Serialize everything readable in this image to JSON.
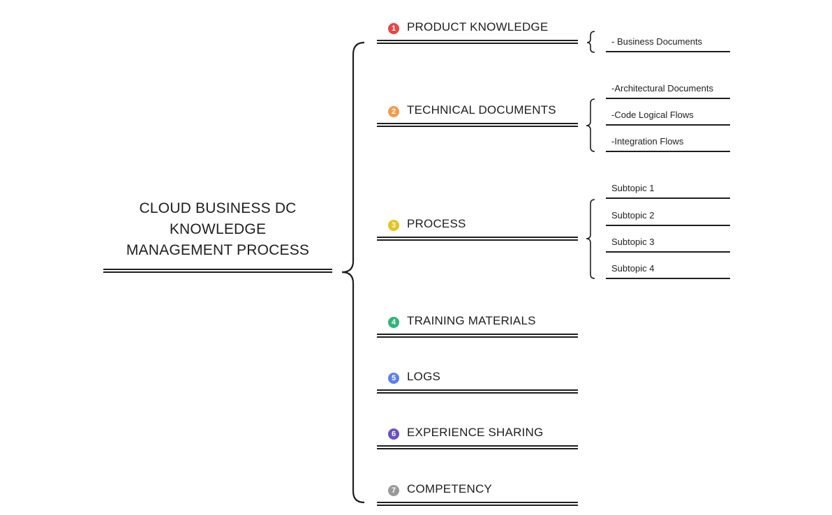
{
  "root": {
    "title_lines": [
      "CLOUD BUSINESS DC",
      "KNOWLEDGE",
      "MANAGEMENT PROCESS"
    ]
  },
  "topics": [
    {
      "number": "1",
      "label": "PRODUCT KNOWLEDGE",
      "color": "#e84545"
    },
    {
      "number": "2",
      "label": "TECHNICAL DOCUMENTS",
      "color": "#f29b4b"
    },
    {
      "number": "3",
      "label": "PROCESS",
      "color": "#e6c31e"
    },
    {
      "number": "4",
      "label": "TRAINING MATERIALS",
      "color": "#2fb57a"
    },
    {
      "number": "5",
      "label": "LOGS",
      "color": "#5b80e8"
    },
    {
      "number": "6",
      "label": "EXPERIENCE SHARING",
      "color": "#6b4fc4"
    },
    {
      "number": "7",
      "label": "COMPETENCY",
      "color": "#9a9a9a"
    }
  ],
  "subtopics": {
    "product_knowledge": [
      "- Business Documents"
    ],
    "technical_documents": [
      "-Architectural Documents",
      "-Code Logical Flows",
      "-Integration Flows"
    ],
    "process": [
      "Subtopic 1",
      "Subtopic 2",
      "Subtopic 3",
      "Subtopic 4"
    ]
  },
  "colors": {
    "line": "#1e1e1e",
    "background": "#ffffff"
  }
}
